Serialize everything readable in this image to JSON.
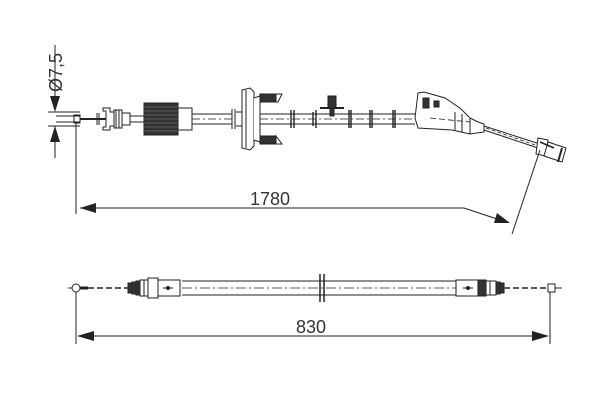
{
  "drawing": {
    "type": "cable technical drawing",
    "line_color": "#222222",
    "background": "#ffffff"
  },
  "upper_view": {
    "diameter_label": "Ø7,5",
    "length_label": "1780"
  },
  "lower_view": {
    "length_label": "830"
  }
}
